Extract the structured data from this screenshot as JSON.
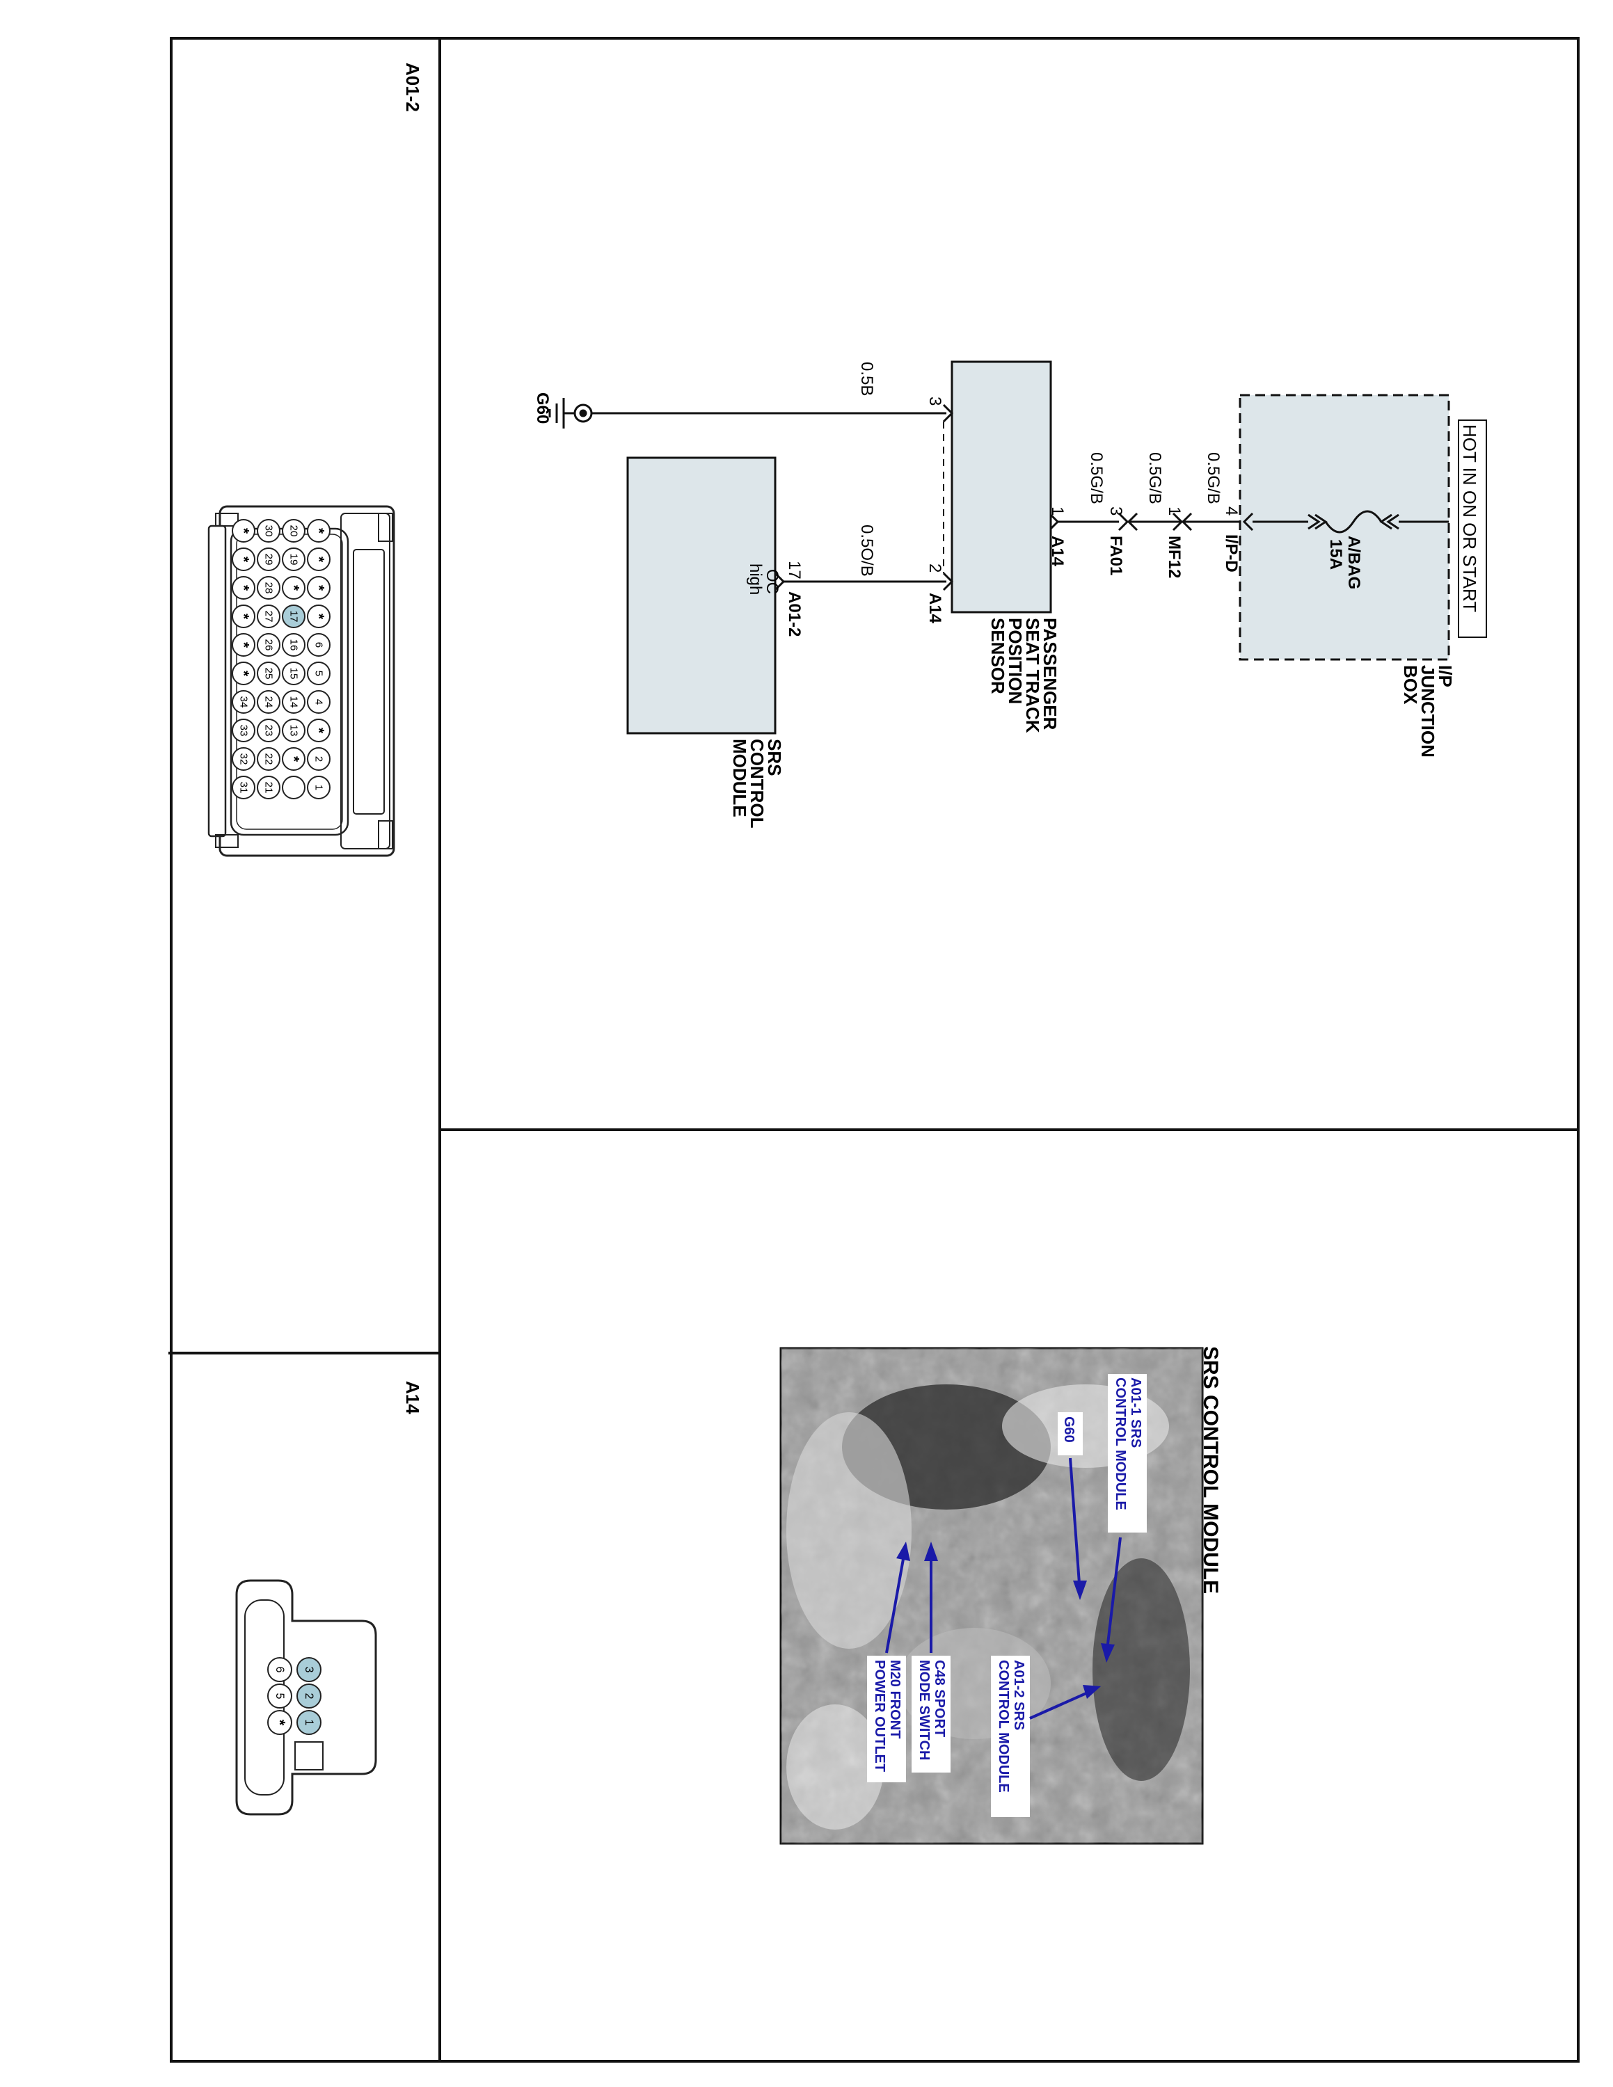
{
  "colors": {
    "line": "#111111",
    "box_fill": "#dde6ea",
    "pin_highlight": "#a9cdd8",
    "callout_text": "#1a1aa8",
    "photo_bg": "#9a9a9a"
  },
  "panels": {
    "connector_a012_title": "A01-2",
    "connector_a14_title": "A14"
  },
  "a012_pins": {
    "row1": [
      "1",
      "2",
      "*",
      "4",
      "5",
      "6",
      "*",
      "*",
      "*",
      "*"
    ],
    "row2": [
      "",
      "*",
      "13",
      "14",
      "15",
      "16",
      "17",
      "*",
      "19",
      "20"
    ],
    "row3": [
      "21",
      "22",
      "23",
      "24",
      "25",
      "26",
      "27",
      "28",
      "29",
      "30"
    ],
    "row4": [
      "31",
      "32",
      "33",
      "34",
      "*",
      "*",
      "*",
      "*",
      "*",
      "*"
    ]
  },
  "a14_pins": {
    "row1": [
      "1",
      "2",
      "3"
    ],
    "row2": [
      "*",
      "5",
      "6"
    ]
  },
  "schematic": {
    "hot_label": "HOT IN ON OR START",
    "junction_box": {
      "line1": "I/P",
      "line2": "JUNCTION",
      "line3": "BOX"
    },
    "fuse": {
      "name": "A/BAG",
      "rating": "15A"
    },
    "connectors": {
      "ipd": {
        "pin": "4",
        "name": "I/P-D"
      },
      "mf12": {
        "pin": "1",
        "name": "MF12"
      },
      "fa01": {
        "pin": "3",
        "name": "FA01"
      },
      "a14_1": {
        "pin": "1",
        "name": "A14"
      },
      "a14_2": {
        "pin": "2",
        "name": "A14"
      },
      "a14_3": {
        "pin": "3"
      },
      "a012_17": {
        "pin": "17",
        "name": "A01-2"
      }
    },
    "wires": {
      "w1": "0.5G/B",
      "w2": "0.5G/B",
      "w3": "0.5G/B",
      "w4": "0.5O/B",
      "w5": "0.5B"
    },
    "sensor": {
      "line1": "PASSENGER",
      "line2": "SEAT TRACK",
      "line3": "POSITION",
      "line4": "SENSOR"
    },
    "module": {
      "line1": "SRS",
      "line2": "CONTROL",
      "line3": "MODULE",
      "inner1": "OC",
      "inner2": "high"
    },
    "ground": "G60"
  },
  "photo": {
    "title": "SRS CONTROL MODULE",
    "callouts": {
      "a011": {
        "line1": "A01-1 SRS",
        "line2": "CONTROL MODULE"
      },
      "g60": "G60",
      "a012": {
        "line1": "A01-2 SRS",
        "line2": "CONTROL MODULE"
      },
      "c48": {
        "line1": "C48 SPORT",
        "line2": "MODE SWITCH"
      },
      "m20": {
        "line1": "M20 FRONT",
        "line2": "POWER OUTLET"
      }
    }
  }
}
